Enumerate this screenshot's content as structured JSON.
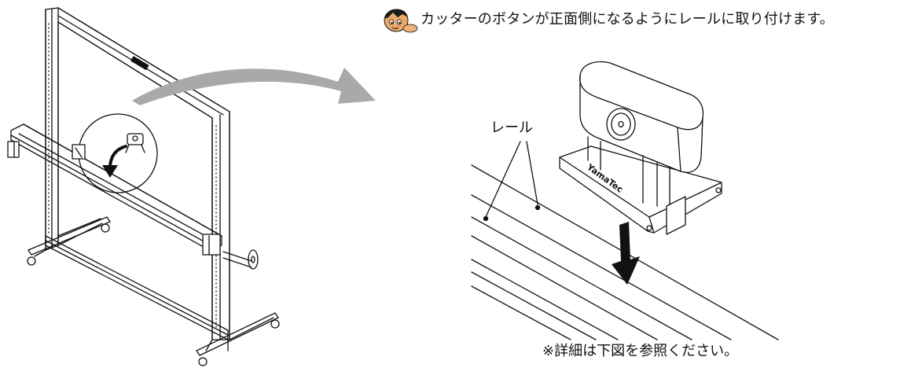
{
  "instruction_text": "カッターのボタンが正面側になるようにレールに取り付けます。",
  "rail_label": "レール",
  "footnote": "※詳細は下図を参照ください。",
  "cutter_brand_mark": "YamaTec",
  "colors": {
    "line": "#111111",
    "arrow_gray": "#a9a9a9",
    "mascot_face": "#e9a96a",
    "mascot_hair": "#1a1a1a",
    "mascot_hand": "#f0b27a"
  },
  "icons": {
    "mascot": "pointing-character-icon",
    "transition_arrow": "curved-arrow-icon",
    "install_arrow": "down-arrow-icon"
  }
}
